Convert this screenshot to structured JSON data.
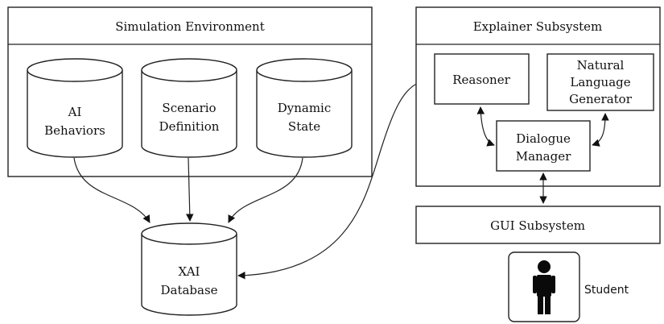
{
  "simulation_environment": {
    "title": "Simulation Environment",
    "stores": [
      {
        "lines": [
          "AI",
          "Behaviors"
        ]
      },
      {
        "lines": [
          "Scenario",
          "Definition"
        ]
      },
      {
        "lines": [
          "Dynamic",
          "State"
        ]
      }
    ]
  },
  "xai_database": {
    "lines": [
      "XAI",
      "Database"
    ]
  },
  "explainer_subsystem": {
    "title": "Explainer Subsystem",
    "reasoner": "Reasoner",
    "nlg": {
      "lines": [
        "Natural",
        "Language",
        "Generator"
      ]
    },
    "dialogue_manager": {
      "lines": [
        "Dialogue",
        "Manager"
      ]
    }
  },
  "gui_subsystem": {
    "title": "GUI Subsystem"
  },
  "student": {
    "label": "Student",
    "icon": "person-icon"
  }
}
